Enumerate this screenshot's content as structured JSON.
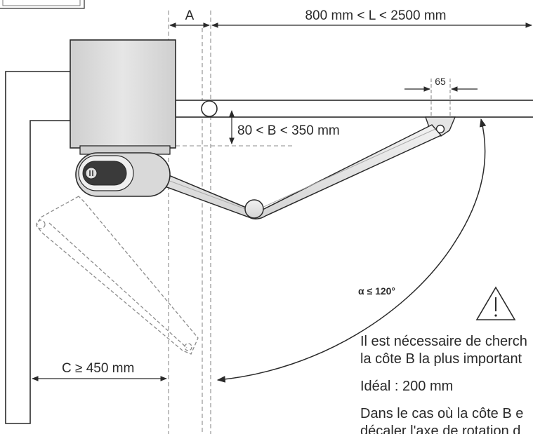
{
  "dimensions": {
    "a": "A",
    "l": "800 mm < L < 2500 mm",
    "b": "80 < B < 350 mm",
    "offset": "65",
    "c": "C ≥ 450 mm",
    "alpha": "α ≤ 120°"
  },
  "note": {
    "line1": "Il est nécessaire de cherch",
    "line2": "la côte B la plus important",
    "ideal": "Idéal : 200 mm",
    "line3": "Dans le cas où la côte B e",
    "line4": "décaler l'axe de rotation d"
  },
  "colors": {
    "stroke": "#2a2a2a",
    "motor": "#dcdcdc",
    "arm": "#e8e8e8",
    "dashed": "#9a9a9a",
    "dark": "#333333"
  }
}
